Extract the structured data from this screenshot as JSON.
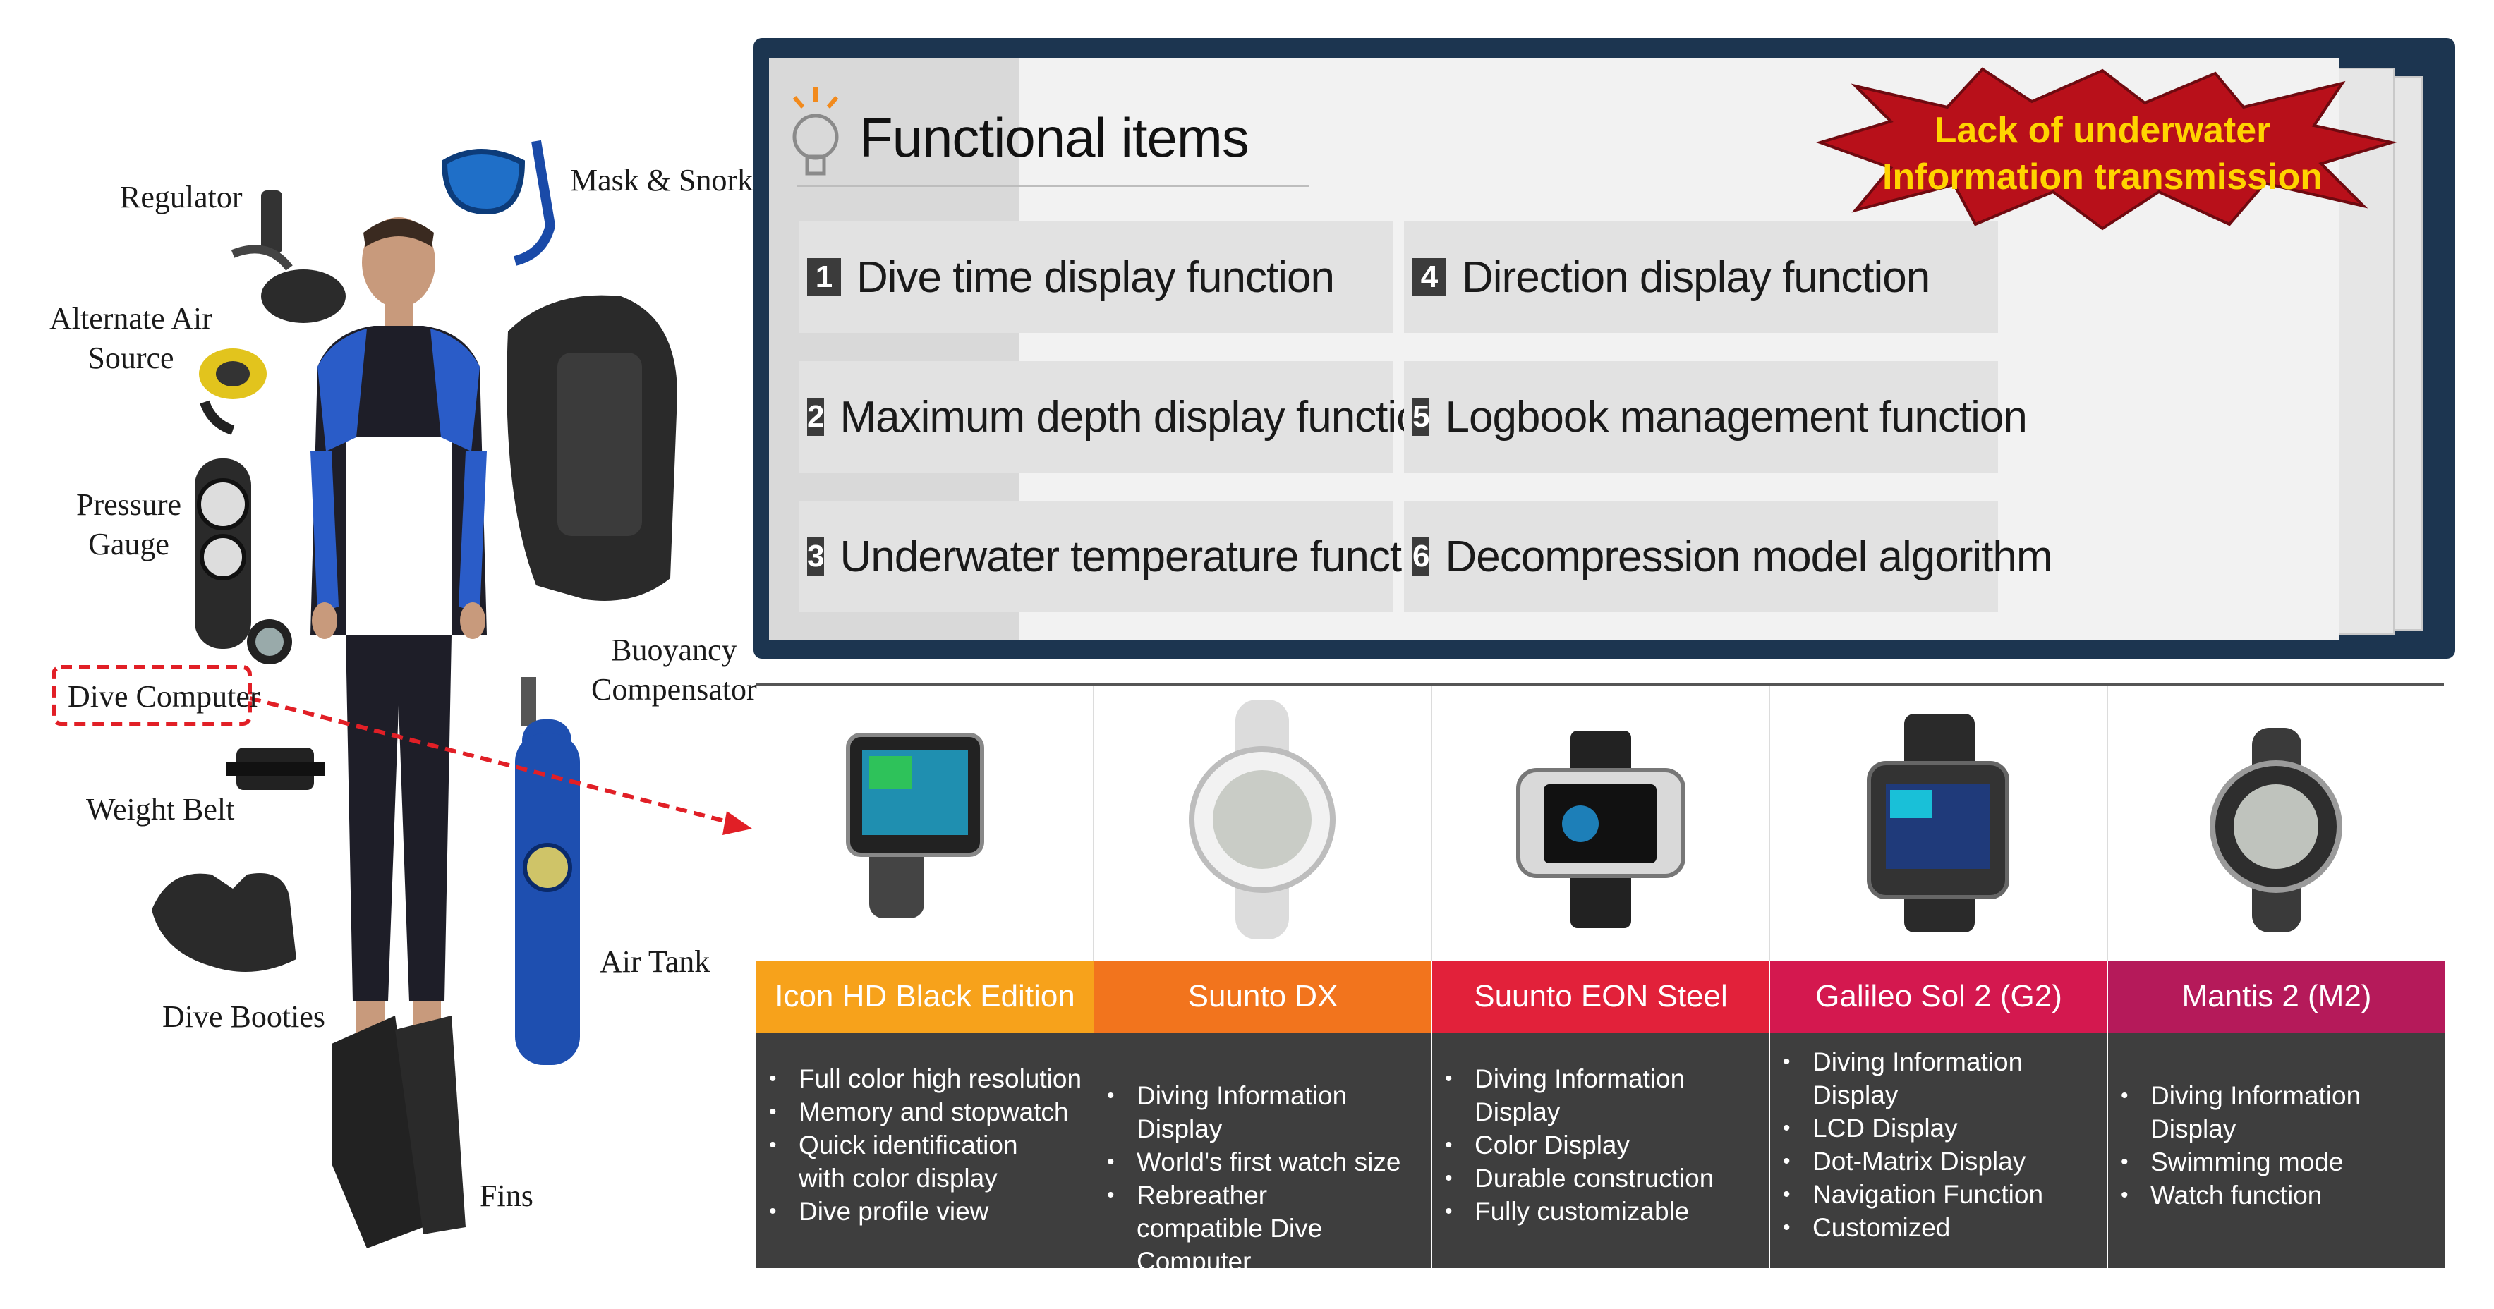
{
  "gear_labels": {
    "regulator": "Regulator",
    "alternate_air_source": "Alternate Air\nSource",
    "pressure_gauge": "Pressure\nGauge",
    "dive_computer": "Dive Computer",
    "weight_belt": "Weight Belt",
    "dive_booties": "Dive Booties",
    "fins": "Fins",
    "mask_snorkel": "Mask & Snorkel",
    "buoyancy_compensator": "Buoyancy\nCompensator",
    "air_tank": "Air Tank"
  },
  "functional": {
    "title": "Functional items",
    "burst": "Lack of underwater\nInformation transmission",
    "items": [
      {
        "num": "1",
        "label": "Dive time display function"
      },
      {
        "num": "2",
        "label": "Maximum depth display function"
      },
      {
        "num": "3",
        "label": "Underwater temperature function"
      },
      {
        "num": "4",
        "label": "Direction display function"
      },
      {
        "num": "5",
        "label": "Logbook management function"
      },
      {
        "num": "6",
        "label": "Decompression model algorithm"
      }
    ]
  },
  "products": [
    {
      "name": "Icon HD Black Edition",
      "color": "#f7a21b",
      "features": [
        "Full color high resolution",
        "Memory and stopwatch",
        "Quick identification with color display",
        "Dive profile view"
      ]
    },
    {
      "name": "Suunto DX",
      "color": "#f2741d",
      "features": [
        "Diving Information Display",
        "World's first watch size",
        "Rebreather compatible Dive Computer"
      ]
    },
    {
      "name": "Suunto EON Steel",
      "color": "#e2213a",
      "features": [
        "Diving Information Display",
        "Color Display",
        "Durable construction",
        "Fully customizable"
      ]
    },
    {
      "name": "Galileo Sol 2 (G2)",
      "color": "#d4184f",
      "features": [
        "Diving Information Display",
        "LCD Display",
        "Dot-Matrix Display",
        "Navigation Function",
        "Customized"
      ]
    },
    {
      "name": "Mantis 2 (M2)",
      "color": "#b51a5a",
      "features": [
        "Diving Information Display",
        "Swimming mode",
        "Watch function"
      ]
    }
  ]
}
